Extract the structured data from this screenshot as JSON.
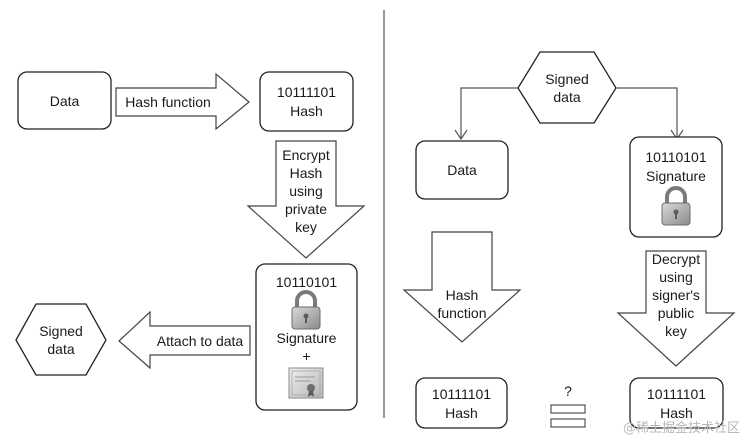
{
  "left": {
    "data_box": "Data",
    "hash_function_arrow": "Hash function",
    "hash_box": {
      "bits": "10111101",
      "label": "Hash"
    },
    "encrypt_arrow": [
      "Encrypt",
      "Hash",
      "using",
      "private",
      "key"
    ],
    "signature_box": {
      "bits": "10110101",
      "label": "Signature",
      "plus": "+"
    },
    "attach_arrow": "Attach to data",
    "signed_data": [
      "Signed",
      "data"
    ]
  },
  "right": {
    "signed_data": [
      "Signed",
      "data"
    ],
    "data_box": "Data",
    "signature_box": {
      "bits": "10110101",
      "label": "Signature"
    },
    "hash_function_arrow": [
      "Hash",
      "function"
    ],
    "decrypt_arrow": [
      "Decrypt",
      "using",
      "signer's",
      "public",
      "key"
    ],
    "hash_box_left": {
      "bits": "10111101",
      "label": "Hash"
    },
    "question": "?",
    "hash_box_right": {
      "bits": "10111101",
      "label": "Hash"
    }
  },
  "watermark": "@稀土掘金技术社区",
  "icons": [
    "padlock-icon",
    "certificate-icon",
    "equals-icon"
  ]
}
